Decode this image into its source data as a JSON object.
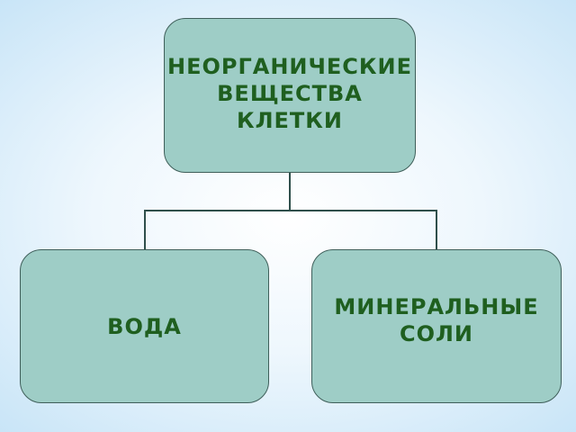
{
  "diagram": {
    "root": {
      "lines": [
        "НЕОРГАНИЧЕСКИЕ",
        "ВЕЩЕСТВА",
        "КЛЕТКИ"
      ]
    },
    "children": [
      {
        "lines": [
          "ВОДА"
        ]
      },
      {
        "lines": [
          "МИНЕРАЛЬНЫЕ",
          "СОЛИ"
        ]
      }
    ]
  },
  "colors": {
    "node_fill": "#9ecdc6",
    "node_border": "#3f5f5a",
    "text": "#1f5f1f",
    "connector": "#2f4f4b"
  }
}
